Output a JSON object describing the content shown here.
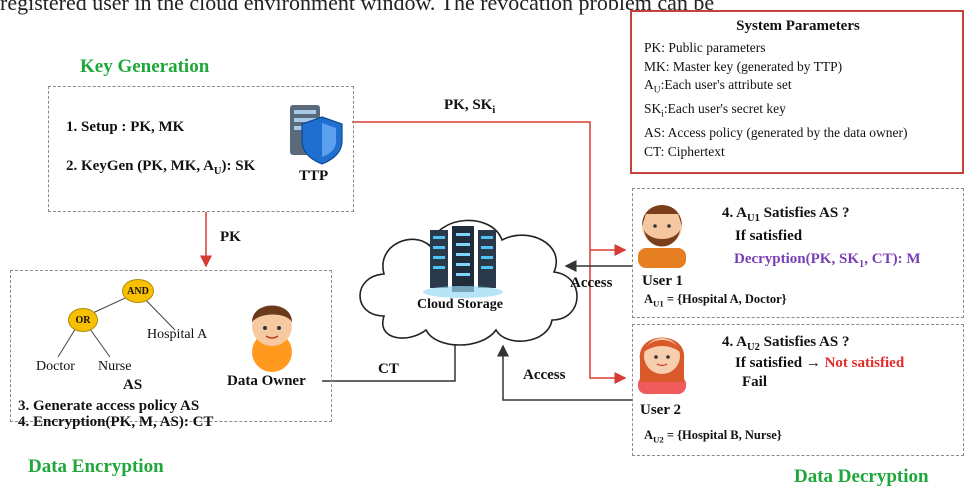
{
  "header_fragment": "registered user in the cloud environment window. The revocation problem can be",
  "key_generation": {
    "title": "Key Generation",
    "step1_prefix": "1. Setup : ",
    "step1_value": "PK, MK",
    "step2_prefix": "2. KeyGen (PK, MK, A",
    "step2_sub": "U",
    "step2_suffix": "): SK",
    "ttp_label": "TTP"
  },
  "arrows": {
    "pk_sk_prefix": "PK, SK",
    "pk_sk_sub": "i",
    "pk_label": "PK",
    "ct_label": "CT",
    "access1": "Access",
    "access2": "Access"
  },
  "cloud": {
    "label": "Cloud Storage"
  },
  "encryption": {
    "title": "Data Encryption",
    "tree_and": "AND",
    "tree_or": "OR",
    "tree_hospital": "Hospital A",
    "tree_doctor": "Doctor",
    "tree_nurse": "Nurse",
    "tree_caption": "AS",
    "owner_label": "Data Owner",
    "step3": "3. Generate access policy AS",
    "step4": "4. Encryption(PK, M, AS): CT"
  },
  "params": {
    "title": "System Parameters",
    "lines": [
      {
        "sym": "PK",
        "sub": "",
        "text": ": Public parameters"
      },
      {
        "sym": "MK",
        "sub": "",
        "text": ": Master key (generated by TTP)"
      },
      {
        "sym": "A",
        "sub": "U",
        "text": ":Each user's attribute set"
      },
      {
        "sym": "SK",
        "sub": "i",
        "text": ":Each user's secret key"
      },
      {
        "sym": "AS",
        "sub": "",
        "text": ": Access policy  (generated by the data owner)"
      },
      {
        "sym": "CT",
        "sub": "",
        "text": ": Ciphertext"
      }
    ]
  },
  "user1": {
    "name": "User 1",
    "q_prefix": "4. A",
    "q_sub": "U1",
    "q_suffix": " Satisfies AS ?",
    "if_sat": "If satisfied",
    "dec_prefix": "Decryption(PK, SK",
    "dec_sub": "1",
    "dec_suffix": ", CT): M",
    "attr_prefix": "A",
    "attr_sub": "U1",
    "attr_suffix": " = {Hospital A, Doctor}"
  },
  "user2": {
    "name": "User 2",
    "q_prefix": "4. A",
    "q_sub": "U2",
    "q_suffix": " Satisfies AS ?",
    "if_sat": "If satisfied →",
    "not_sat": "Not satisfied",
    "fail": "Fail",
    "attr_prefix": "A",
    "attr_sub": "U2",
    "attr_suffix": " = {Hospital B, Nurse}"
  },
  "decryption": {
    "title": "Data Decryption"
  },
  "colors": {
    "green_title": "#1fa83a",
    "red_arrow": "#d83a34",
    "dark_arrow": "#333333",
    "purple": "#7a3fb5",
    "red_text": "#e52a2a",
    "node_fill": "#f8c000"
  }
}
